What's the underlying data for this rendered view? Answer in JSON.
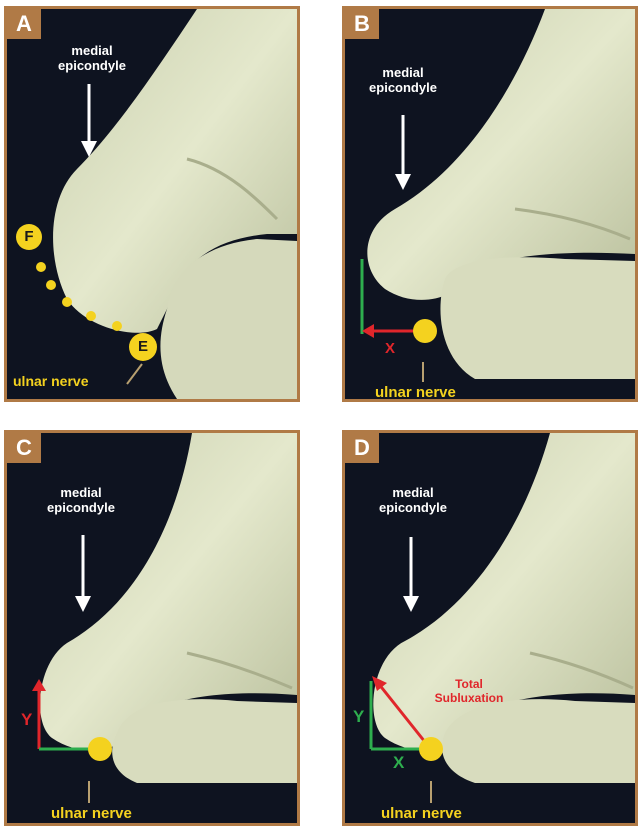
{
  "panels": [
    {
      "letter": "A",
      "top_label": "medial\nepicondyle",
      "bottom_label": "ulnar nerve",
      "points": [
        "F",
        "E"
      ]
    },
    {
      "letter": "B",
      "top_label": "medial\nepicondyle",
      "bottom_label": "ulnar nerve",
      "x_label": "X"
    },
    {
      "letter": "C",
      "top_label": "medial\nepicondyle",
      "bottom_label": "ulnar nerve",
      "y_label": "Y"
    },
    {
      "letter": "D",
      "top_label": "medial\nepicondyle",
      "bottom_label": "ulnar nerve",
      "x_label": "X",
      "y_label": "Y",
      "total_label": "Total\nSubluxation"
    }
  ],
  "colors": {
    "border": "#b07a46",
    "bone": "#dfe3c5",
    "bg": "#0e1320",
    "nerve": "#f4d21f",
    "red": "#e0262b",
    "green": "#2eae4e"
  }
}
